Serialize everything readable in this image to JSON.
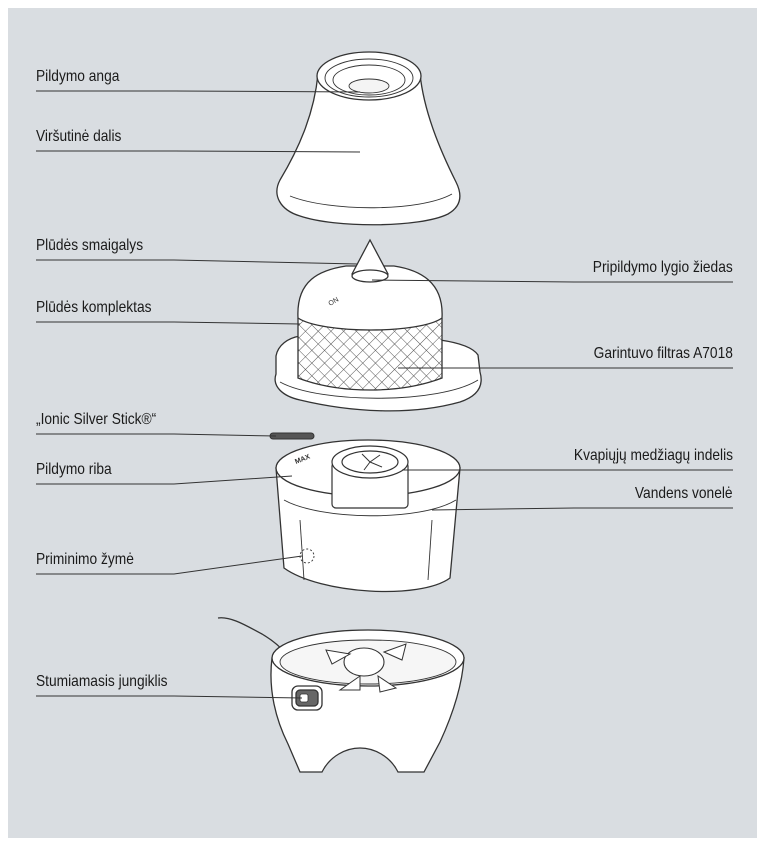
{
  "labels": {
    "pildymo_anga": "Pildymo anga",
    "virsutine_dalis": "Viršutinė dalis",
    "pludes_smaigalys": "Plūdės smaigalys",
    "pripildymo_lygio_ziedas": "Pripildymo lygio žiedas",
    "pludes_komplektas": "Plūdės komplektas",
    "garintuvo_filtras": "Garintuvo filtras A7018",
    "ionic_silver_stick": "„Ionic Silver Stick®“",
    "pildymo_riba": "Pildymo riba",
    "kvapiuju_indelis": "Kvapiųjų medžiagų indelis",
    "vandens_vonele": "Vandens vonelė",
    "priminimo_zyme": "Priminimo žymė",
    "stumiamasis_jungiklis": "Stumiamasis jungiklis"
  },
  "part_marks": {
    "max": "MAX"
  },
  "colors": {
    "panel_background": "#d9dde1",
    "part_fill": "#ffffff",
    "outline": "#333333",
    "leader_line": "#333333"
  }
}
